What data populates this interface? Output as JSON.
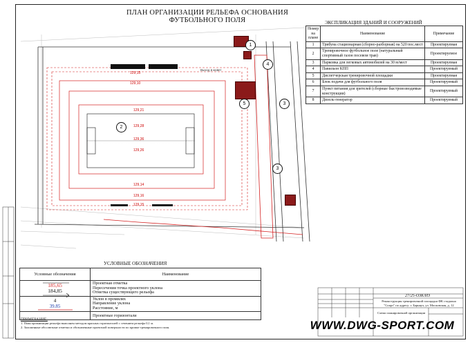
{
  "title": "ПЛАН ОРГАНИЗАЦИИ РЕЛЬЕФА  ОСНОВАНИЯ ФУТБОЛЬНОГО ПОЛЯ",
  "explication": {
    "title": "ЭКСПЛИКАЦИЯ ЗДАНИЙ И СООРУЖЕНИЙ",
    "headers": {
      "num": "Номер на плане",
      "name": "Наименование",
      "note": "Примечание"
    },
    "rows": [
      {
        "num": "1",
        "name": "Трибуна стационарная (сборно-разборная) на 520 пос.мест",
        "note": "Проектируемая"
      },
      {
        "num": "2",
        "name": "Тренировочное футбольное поле (натуральный спортивный газон посевом трав)",
        "note": "Проектируемое"
      },
      {
        "num": "3",
        "name": "Парковка для легковых автомобилей на 30 м/мест",
        "note": "Проектируемая"
      },
      {
        "num": "4",
        "name": "Павильон КПП",
        "note": "Проектируемый"
      },
      {
        "num": "5",
        "name": "Диспетчерская тренировочной площадки",
        "note": "Проектируемая"
      },
      {
        "num": "6",
        "name": "Блок подачи для футбольного поля",
        "note": "Проектируемый"
      },
      {
        "num": "7",
        "name": "Пункт питания для зрителей (сборные быстровозводимые конструкции)",
        "note": "Проектируемый"
      },
      {
        "num": "8",
        "name": "Дизель-генератор",
        "note": "Проектируемый"
      }
    ]
  },
  "legend": {
    "title": "УСЛОВНЫЕ ОБОЗНАЧЕНИЯ",
    "headers": {
      "symbol": "Условные обозначения",
      "name": "Наименование"
    },
    "elev_design": "185,65",
    "elev_existing": "184,85",
    "elev_lines": [
      "Проектная отметка",
      "Пересечения точка проектного уклона",
      "Отметка существующего рельефа"
    ],
    "slope_value": "4",
    "slope_dist": "39.85",
    "slope_lines": [
      "Уклон в промилях",
      "Направление уклона",
      "Расстояние, м"
    ],
    "contour_label": "Проектные горизонтали"
  },
  "notes": {
    "heading": "ПРИМЕЧАНИЕ:",
    "lines": [
      "1. План организации рельефа   выполнен  методом  красных горизонталей с сечением  рельефа 0,1 м.",
      "2. Заложенные абсолютные отметки и обозначенные проектной поверхности  по кромке  тренировочного поля."
    ]
  },
  "stamp": {
    "code": "27/25-ОЗК/ИЗ",
    "desc": "Реконструкция тренировочной площадки ФК стадиона \"Спорт\" по адресу: г. Барнаул, ул. Московская, д. 12",
    "sheet": "Схема планировочной организации"
  },
  "watermark": "WWW.DWG-SPORT.COM",
  "plan": {
    "field_marks": [
      "129,15",
      "129,10",
      "129,21",
      "129,28",
      "129,36",
      "129,26",
      "129,14",
      "129,16",
      "129,15"
    ],
    "circles": [
      "1",
      "2",
      "3",
      "3",
      "4",
      "5"
    ],
    "annotation": "Выход в кювет"
  },
  "colors": {
    "red": "#d42020",
    "dark_red": "#8b1a1a",
    "line": "#222"
  }
}
